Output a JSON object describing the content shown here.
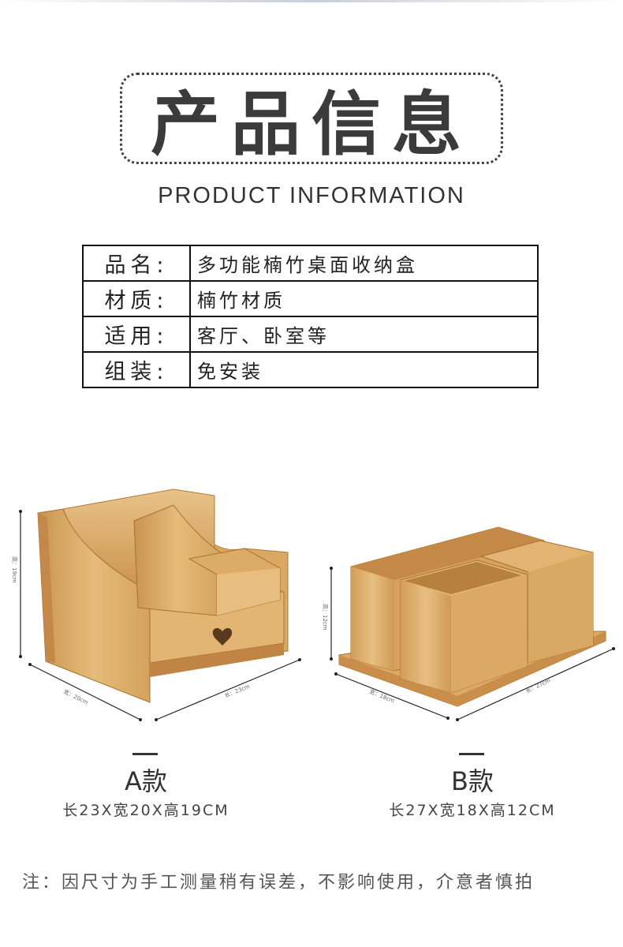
{
  "header": {
    "title": "产品信息",
    "subtitle": "PRODUCT INFORMATION"
  },
  "info_table": [
    {
      "key": "品名:",
      "value": "多功能楠竹桌面收纳盒"
    },
    {
      "key": "材质:",
      "value": "楠竹材质"
    },
    {
      "key": "适用:",
      "value": "客厅、卧室等"
    },
    {
      "key": "组装:",
      "value": "免安装"
    }
  ],
  "products": {
    "a": {
      "name": "A款",
      "size": "长23X宽20X高19CM",
      "dims": {
        "height": "高：19cm",
        "width": "宽：20cm",
        "length": "长：23cm"
      }
    },
    "b": {
      "name": "B款",
      "size": "长27X宽18X高12CM",
      "dims": {
        "height": "高：12cm",
        "width": "宽：18cm",
        "length": "长：27cm"
      }
    }
  },
  "note": "注：因尺寸为手工测量稍有误差，不影响使用，介意者慎拍",
  "colors": {
    "bamboo_light": "#e4b877",
    "bamboo_mid": "#d4a25c",
    "bamboo_dark": "#b9823c"
  }
}
